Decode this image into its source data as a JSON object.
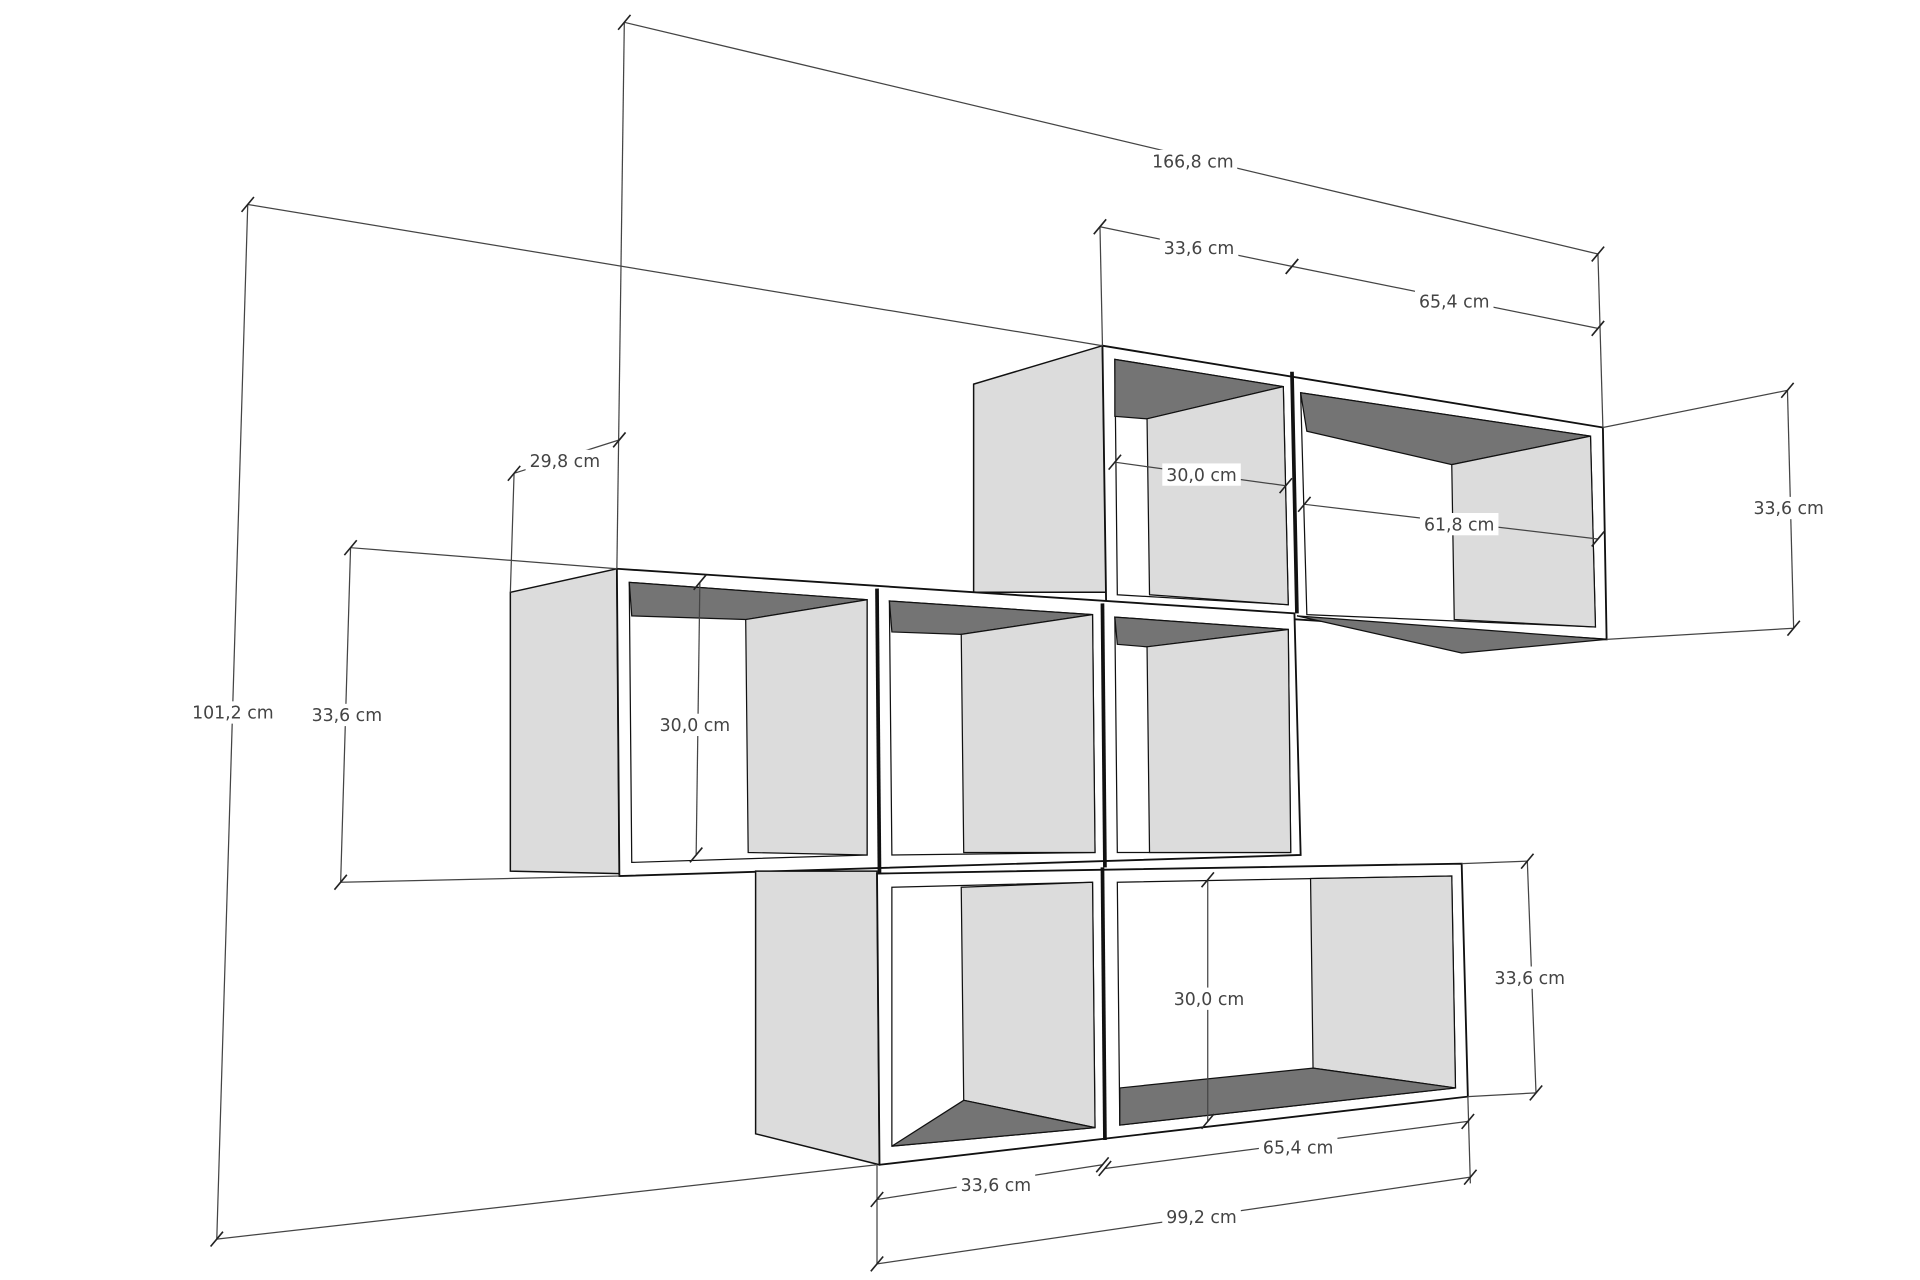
{
  "drawing": {
    "title": "Wall shelf unit dimensions",
    "dimensions": {
      "overall_width": "166,8 cm",
      "overall_height": "101,2 cm",
      "top_cell_width": "33,6 cm",
      "top_wide_cell_width": "65,4 cm",
      "depth": "29,8 cm",
      "middle_row_height": "33,6 cm",
      "top_row_height": "33,6 cm",
      "top_cell_inner_width": "30,0 cm",
      "top_wide_cell_inner_width": "61,8 cm",
      "middle_cell_inner_height": "30,0 cm",
      "bottom_cell_inner_height": "30,0 cm",
      "bottom_row_height": "33,6 cm",
      "bottom_wide_cell_width": "65,4 cm",
      "bottom_cell_width": "33,6 cm",
      "bottom_total_width": "99,2 cm"
    }
  }
}
